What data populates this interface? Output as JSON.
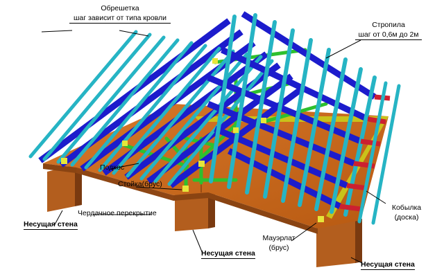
{
  "labels": {
    "obreshetka_title": "Обрешетка",
    "obreshetka_sub": "шаг зависит от типа кровли",
    "stropila_title": "Стропила",
    "stropila_sub": "шаг от 0,6м до 2м",
    "podkos": "Подкос",
    "stoyka": "Стойка(брус)",
    "cherdachnoe": "Чердачное перекрытие",
    "nesushchaya_left": "Несущая стена",
    "nesushchaya_mid": "Несущая стена",
    "nesushchaya_right": "Несущая стена",
    "mauerlat_title": "Мауэрлат",
    "mauerlat_sub": "(брус)",
    "kobylka_title": "Кобылка",
    "kobylka_sub": "(доска)"
  },
  "colors": {
    "rafter": "#1c1ccc",
    "batten": "#26b4c4",
    "brace": "#2ec02e",
    "floor": "#c86414",
    "wall": "#a8561a",
    "joint": "#e6e63a",
    "fascia": "#cc2030"
  }
}
